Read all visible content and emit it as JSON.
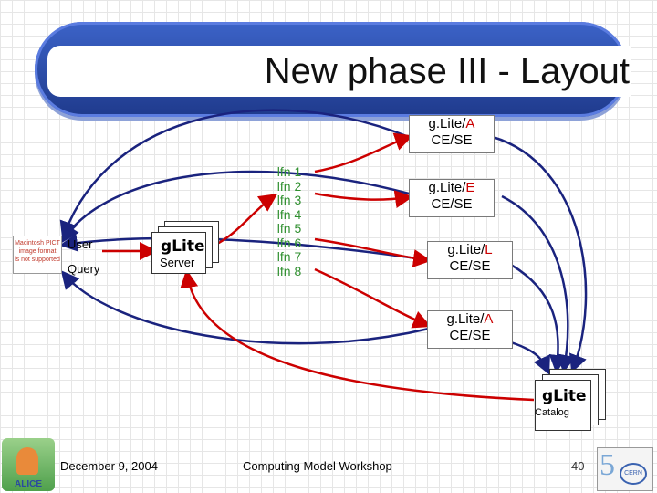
{
  "title": "New phase III - Layout",
  "user_label": "User",
  "query_label": "Query",
  "pict_text": [
    "Macintosh PICT",
    "image format",
    "is not supported"
  ],
  "server_logo": "gLite",
  "server_label": "Server",
  "catalog_logo": "gLite",
  "catalog_label": "Catalog",
  "lfns": [
    "lfn 1",
    "lfn 2",
    "lfn 3",
    "lfn 4",
    "lfn 5",
    "lfn 6",
    "lfn 7",
    "lfn 8"
  ],
  "ce_nodes": [
    {
      "prefix": "g.Lite/",
      "letter": "A",
      "suffix": "CE/SE"
    },
    {
      "prefix": "g.Lite/",
      "letter": "E",
      "suffix": "CE/SE"
    },
    {
      "prefix": "g.Lite/",
      "letter": "L",
      "suffix": "CE/SE"
    },
    {
      "prefix": "g.Lite/",
      "letter": "A",
      "suffix": "CE/SE"
    }
  ],
  "footer": {
    "date": "December 9, 2004",
    "event": "Computing Model Workshop",
    "page": "40",
    "cern_logo": "CERN",
    "alice_logo": "ALICE"
  },
  "colors": {
    "title_bar": "#2b4aa8",
    "arrow_blue": "#1a237e",
    "arrow_red": "#cc0000",
    "lfn_green": "#2f8f2f",
    "logo_letter": "#cc0000"
  }
}
